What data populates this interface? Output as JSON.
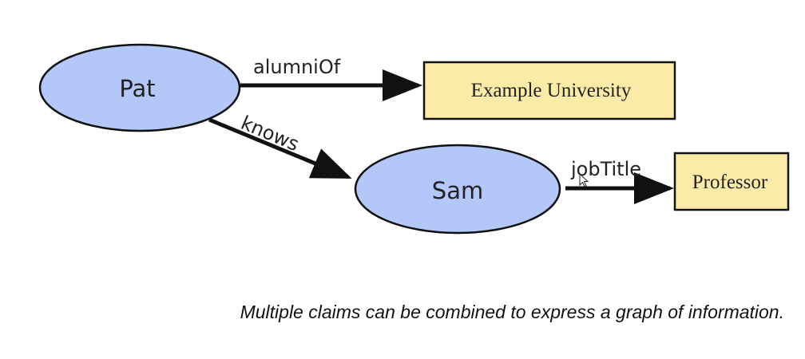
{
  "diagram": {
    "nodes": {
      "pat": {
        "label": "Pat"
      },
      "sam": {
        "label": "Sam"
      },
      "university": {
        "label": "Example University"
      },
      "professor": {
        "label": "Professor"
      }
    },
    "edges": {
      "alumni_of": {
        "label": "alumniOf"
      },
      "knows": {
        "label": "knows"
      },
      "job_title": {
        "label": "jobTitle"
      }
    },
    "colors": {
      "resource_fill": "#b3c7f8",
      "literal_fill": "#fbeba6",
      "stroke": "#111111"
    }
  },
  "caption": "Multiple claims can be combined to express a graph of information."
}
